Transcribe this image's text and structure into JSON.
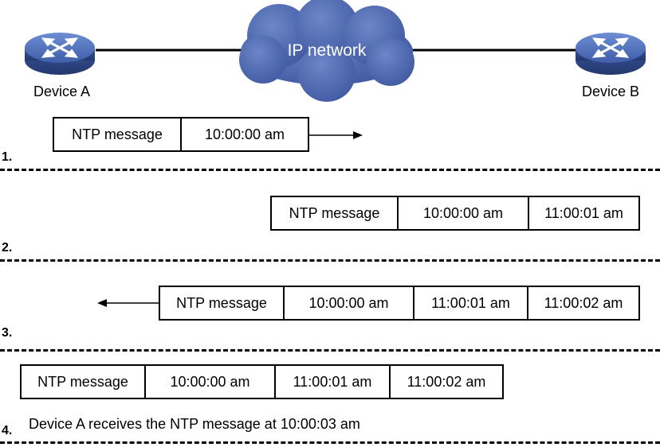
{
  "topology": {
    "device_a": "Device A",
    "device_b": "Device B",
    "network": "IP network"
  },
  "steps": [
    {
      "number": "1.",
      "fields": [
        "NTP message",
        "10:00:00 am"
      ],
      "direction": "right"
    },
    {
      "number": "2.",
      "fields": [
        "NTP message",
        "10:00:00 am",
        "11:00:01 am"
      ],
      "direction": "none"
    },
    {
      "number": "3.",
      "fields": [
        "NTP message",
        "10:00:00 am",
        "11:00:01 am",
        "11:00:02 am"
      ],
      "direction": "left"
    },
    {
      "number": "4.",
      "fields": [
        "NTP message",
        "10:00:00 am",
        "11:00:01 am",
        "11:00:02 am"
      ],
      "direction": "none",
      "note": "Device A receives the NTP message at 10:00:03 am"
    }
  ],
  "colors": {
    "router": "#4a68b0",
    "cloud": "#4a62b0",
    "line": "#000000"
  }
}
